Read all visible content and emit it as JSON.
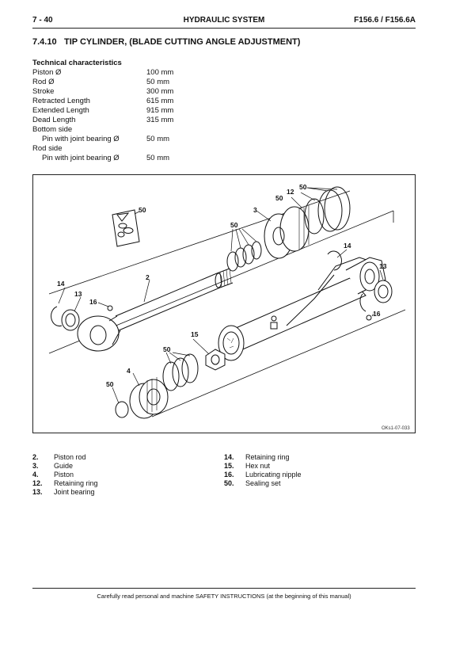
{
  "header": {
    "page_number": "7 - 40",
    "chapter": "HYDRAULIC SYSTEM",
    "model": "F156.6 / F156.6A"
  },
  "section": {
    "number": "7.4.10",
    "title": "TIP CYLINDER, (BLADE CUTTING ANGLE ADJUSTMENT)"
  },
  "specs": {
    "heading": "Technical characteristics",
    "rows": [
      {
        "label": "Piston Ø",
        "value": "100 mm"
      },
      {
        "label": "Rod Ø",
        "value": "50 mm"
      },
      {
        "label": "Stroke",
        "value": "300 mm"
      },
      {
        "label": "Retracted Length",
        "value": "615 mm"
      },
      {
        "label": "Extended Length",
        "value": "915 mm"
      },
      {
        "label": "Dead Length",
        "value": "315 mm"
      },
      {
        "label": "Bottom side",
        "value": ""
      },
      {
        "label": "Pin with joint bearing Ø",
        "value": "50 mm"
      },
      {
        "label": "Rod side",
        "value": ""
      },
      {
        "label": "Pin with joint bearing Ø",
        "value": "50 mm"
      }
    ]
  },
  "figure": {
    "reference": "OKs1-07-033",
    "callouts": {
      "c50": "50",
      "c12": "12",
      "c3": "3",
      "c2": "2",
      "c14": "14",
      "c13": "13",
      "c16": "16",
      "c15": "15",
      "c4": "4"
    }
  },
  "legend": {
    "left": [
      {
        "num": "2.",
        "text": "Piston rod"
      },
      {
        "num": "3.",
        "text": "Guide"
      },
      {
        "num": "4.",
        "text": "Piston"
      },
      {
        "num": "12.",
        "text": "Retaining ring"
      },
      {
        "num": "13.",
        "text": "Joint bearing"
      }
    ],
    "right": [
      {
        "num": "14.",
        "text": "Retaining ring"
      },
      {
        "num": "15.",
        "text": "Hex nut"
      },
      {
        "num": "16.",
        "text": "Lubricating nipple"
      },
      {
        "num": "50.",
        "text": "Sealing set"
      }
    ]
  },
  "footer": {
    "text": "Carefully read personal and machine SAFETY INSTRUCTIONS (at the beginning of this manual)"
  }
}
